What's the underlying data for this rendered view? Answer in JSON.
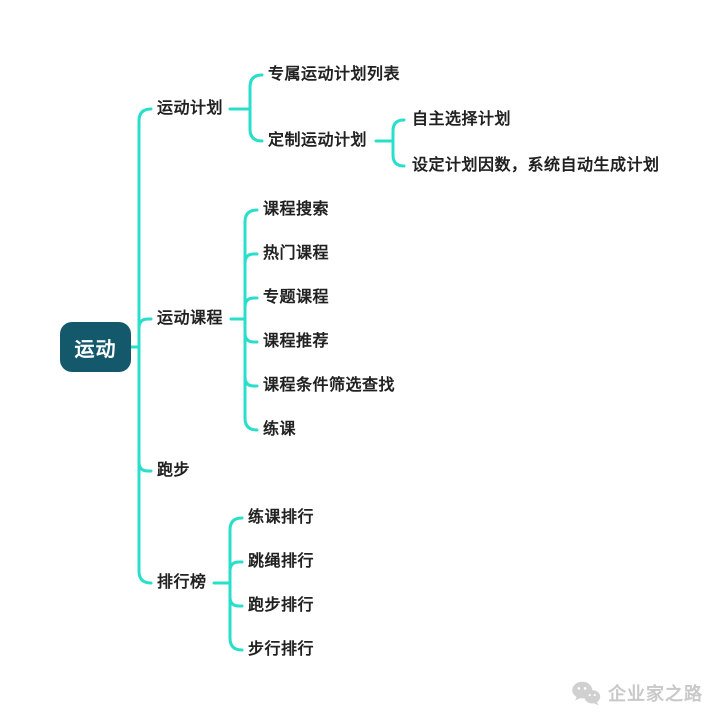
{
  "root": {
    "label": "运动"
  },
  "branches": [
    {
      "label": "运动计划",
      "children": [
        {
          "label": "专属运动计划列表"
        },
        {
          "label": "定制运动计划",
          "children": [
            {
              "label": "自主选择计划"
            },
            {
              "label": "设定计划因数，系统自动生成计划"
            }
          ]
        }
      ]
    },
    {
      "label": "运动课程",
      "children": [
        {
          "label": "课程搜索"
        },
        {
          "label": "热门课程"
        },
        {
          "label": "专题课程"
        },
        {
          "label": "课程推荐"
        },
        {
          "label": "课程条件筛选查找"
        },
        {
          "label": "练课"
        }
      ]
    },
    {
      "label": "跑步"
    },
    {
      "label": "排行榜",
      "children": [
        {
          "label": "练课排行"
        },
        {
          "label": "跳绳排行"
        },
        {
          "label": "跑步排行"
        },
        {
          "label": "步行排行"
        }
      ]
    }
  ],
  "watermark": {
    "label": "企业家之路",
    "icon": "wechat-icon"
  },
  "colors": {
    "line": "#29dfcb",
    "root_fill": "#14586b",
    "root_text": "#ffffff",
    "text": "#212121",
    "watermark": "#c9c9c9",
    "background": "#ffffff"
  }
}
